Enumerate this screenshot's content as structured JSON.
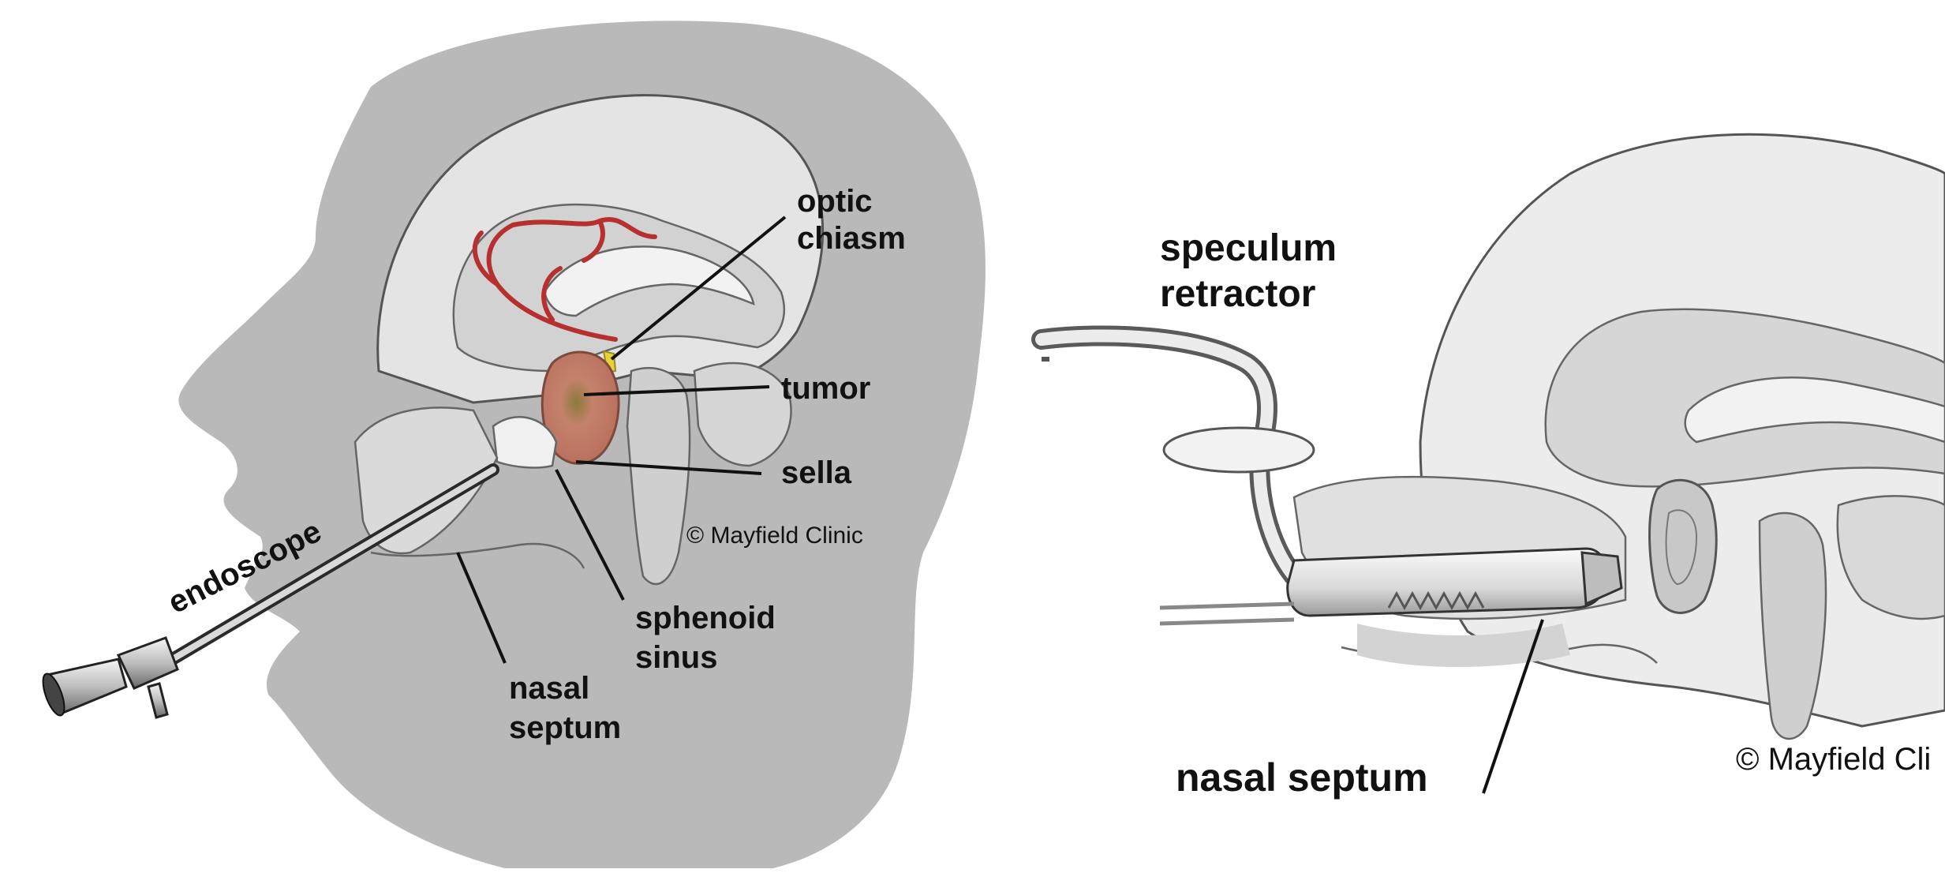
{
  "left_panel": {
    "labels": {
      "optic_chiasm": [
        "optic",
        "chiasm"
      ],
      "tumor": "tumor",
      "sella": "sella",
      "endoscope": "endoscope",
      "sphenoid_sinus": [
        "sphenoid",
        "sinus"
      ],
      "nasal_septum": [
        "nasal",
        "septum"
      ]
    },
    "credit": "© Mayfield Clinic"
  },
  "right_panel": {
    "labels": {
      "speculum_retractor": [
        "speculum",
        "retractor"
      ],
      "nasal_septum": "nasal septum"
    },
    "credit": "© Mayfield Cli"
  },
  "colors": {
    "head_silhouette": "#b9b9b9",
    "anatomy_line": "#555555",
    "brain_fill": "#d9d9d9",
    "artery": "#b5302e",
    "tumor": "#c98a7a",
    "optic_nerve": "#e8d23a",
    "background": "#ffffff"
  }
}
